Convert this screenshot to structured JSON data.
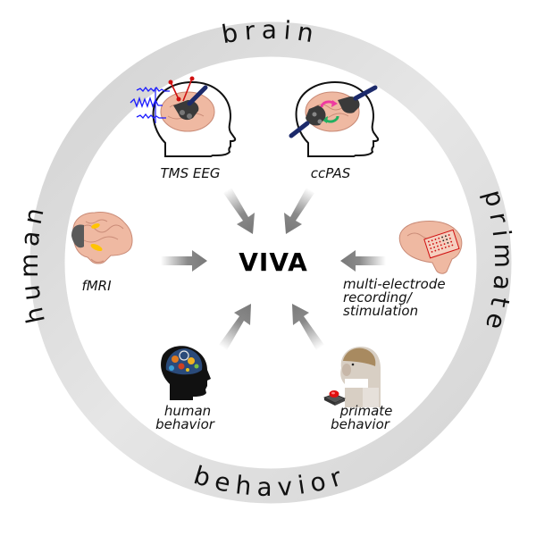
{
  "diagram": {
    "title": "VIVA",
    "ring_labels": {
      "top": "brain",
      "left": "human",
      "right": "primate",
      "bottom": "behavior"
    },
    "nodes": [
      {
        "id": "tms-eeg",
        "label": "TMS EEG",
        "icon": "head-tms-eeg-icon"
      },
      {
        "id": "ccpas",
        "label": "ccPAS",
        "icon": "head-dual-coil-icon"
      },
      {
        "id": "fmri",
        "label": "fMRI",
        "icon": "brain-activation-icon"
      },
      {
        "id": "multi-electrode",
        "label_lines": [
          "multi-electrode",
          "recording/",
          "stimulation"
        ],
        "icon": "monkey-brain-electrode-array-icon"
      },
      {
        "id": "human-behavior",
        "label_lines": [
          "human",
          "behavior"
        ],
        "icon": "head-gears-icon"
      },
      {
        "id": "primate-behavior",
        "label_lines": [
          "primate",
          "behavior"
        ],
        "icon": "monkey-button-icon"
      }
    ],
    "edges": [
      {
        "from": "tms-eeg",
        "to": "VIVA"
      },
      {
        "from": "ccpas",
        "to": "VIVA"
      },
      {
        "from": "fmri",
        "to": "VIVA"
      },
      {
        "from": "multi-electrode",
        "to": "VIVA"
      },
      {
        "from": "human-behavior",
        "to": "VIVA"
      },
      {
        "from": "primate-behavior",
        "to": "VIVA"
      }
    ],
    "colors": {
      "ring": "#dcdcdc",
      "arrow": "#808080",
      "text": "#111111",
      "brain": "#efb9a2",
      "coil": "#3a3a3a",
      "eeg_wave": "#1a1aff",
      "electrode": "#d01010",
      "handle": "#1c2a6b"
    }
  }
}
